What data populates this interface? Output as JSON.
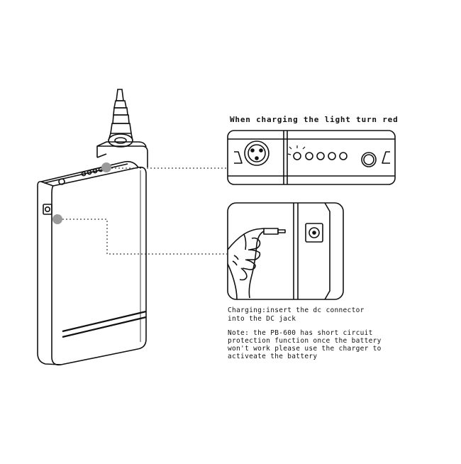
{
  "top_callout": {
    "caption": "When charging the light turn red"
  },
  "bottom_callout": {
    "instruction_lines": [
      "Charging:insert the dc connector",
      "into the DC jack"
    ],
    "note_lines": [
      "Note: the PB-600 has short circuit",
      "protection function once the battery",
      "won't work please use the charger to",
      "activeate the battery"
    ]
  },
  "colors": {
    "line": "#111111",
    "highlight_dot": "#9a9a9a",
    "background": "#ffffff"
  },
  "icons": [
    "battery-pack-icon",
    "xlr-connector-icon",
    "led-indicator-icon",
    "dc-jack-icon",
    "hand-with-plug-icon"
  ]
}
